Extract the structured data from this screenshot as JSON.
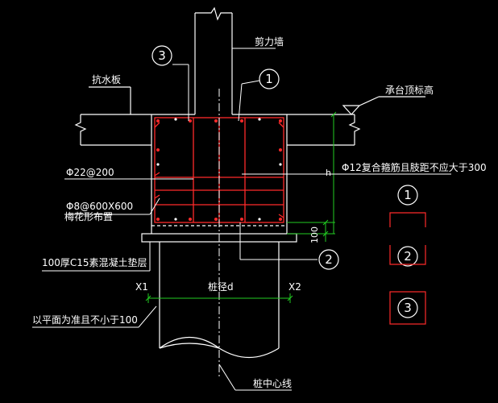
{
  "labels": {
    "shear_wall": "剪力墙",
    "anti_water_slab": "抗水板",
    "cap_top_elev": "承台顶标高",
    "rebar_top": "Φ22@200",
    "rebar_stirrup": "Φ8@600X600",
    "rebar_stirrup_note": "梅花形布置",
    "rebar_side": "Φ12复合箍筋且肢距不应大于300",
    "dim_100": "100",
    "cushion": "100厚C15素混凝土垫层",
    "x1": "X1",
    "x2": "X2",
    "pile_dia": "桩径d",
    "pile_embed": "以平面为准且不小于100",
    "pile_axis": "桩中心线",
    "h_mark": "h"
  },
  "callouts": {
    "c1": "1",
    "c2": "2",
    "c3": "3"
  },
  "legend": {
    "l1": "1",
    "l2": "2",
    "l3": "3"
  },
  "colors": {
    "rebar": "#ff2a2a",
    "outline": "#ffffff",
    "dimension": "#22cc22",
    "background": "#000000"
  }
}
